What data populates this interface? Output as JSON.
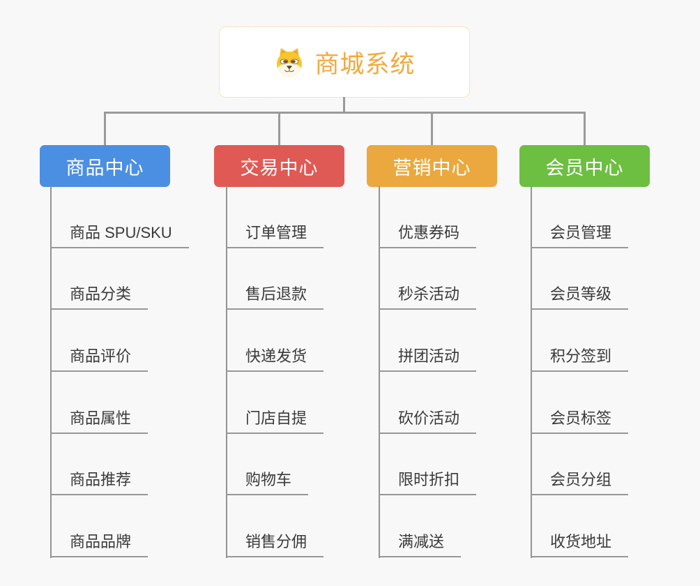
{
  "root": {
    "title": "商城系统",
    "icon": "shiba-dog-icon"
  },
  "branches": [
    {
      "label": "商品中心",
      "color": "#4b8fe2",
      "items": [
        "商品 SPU/SKU",
        "商品分类",
        "商品评价",
        "商品属性",
        "商品推荐",
        "商品品牌"
      ]
    },
    {
      "label": "交易中心",
      "color": "#e05a55",
      "items": [
        "订单管理",
        "售后退款",
        "快递发货",
        "门店自提",
        "购物车",
        "销售分佣"
      ]
    },
    {
      "label": "营销中心",
      "color": "#eaa83e",
      "items": [
        "优惠券码",
        "秒杀活动",
        "拼团活动",
        "砍价活动",
        "限时折扣",
        "满减送"
      ]
    },
    {
      "label": "会员中心",
      "color": "#6cbf40",
      "items": [
        "会员管理",
        "会员等级",
        "积分签到",
        "会员标签",
        "会员分组",
        "收货地址"
      ]
    }
  ],
  "colors": {
    "root_title": "#f3a93d",
    "root_border": "#f0c27c",
    "connector": "#9a9a9a",
    "leaf_text": "#3a3a3a",
    "leaf_underline": "#979797",
    "background": "#f8f8f8"
  }
}
